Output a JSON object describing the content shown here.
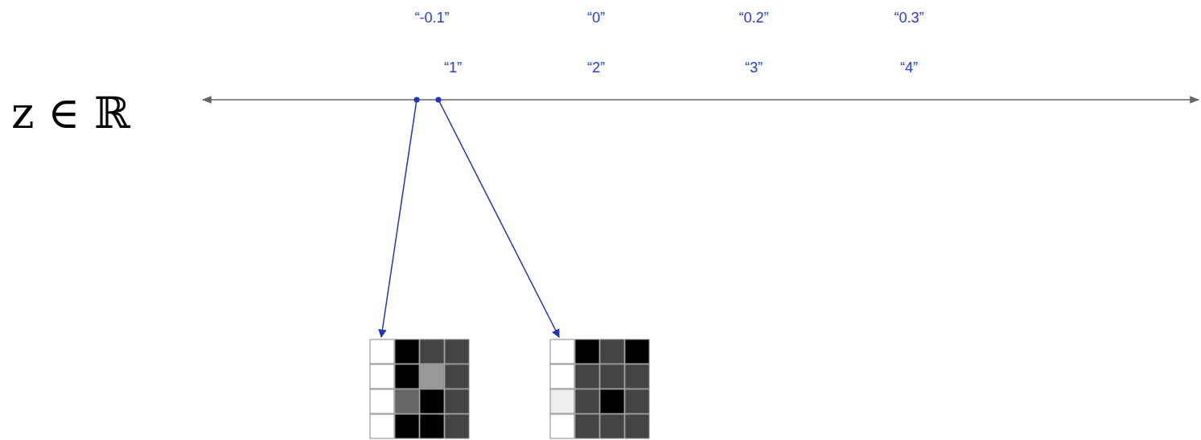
{
  "diagram": {
    "labels": [
      "“-0.1”",
      "“0”",
      "“0.2”",
      "“0.3”",
      "“1”",
      "“2”",
      "“3”",
      "“4”",
      "z ∈ ℝ"
    ]
  }
}
